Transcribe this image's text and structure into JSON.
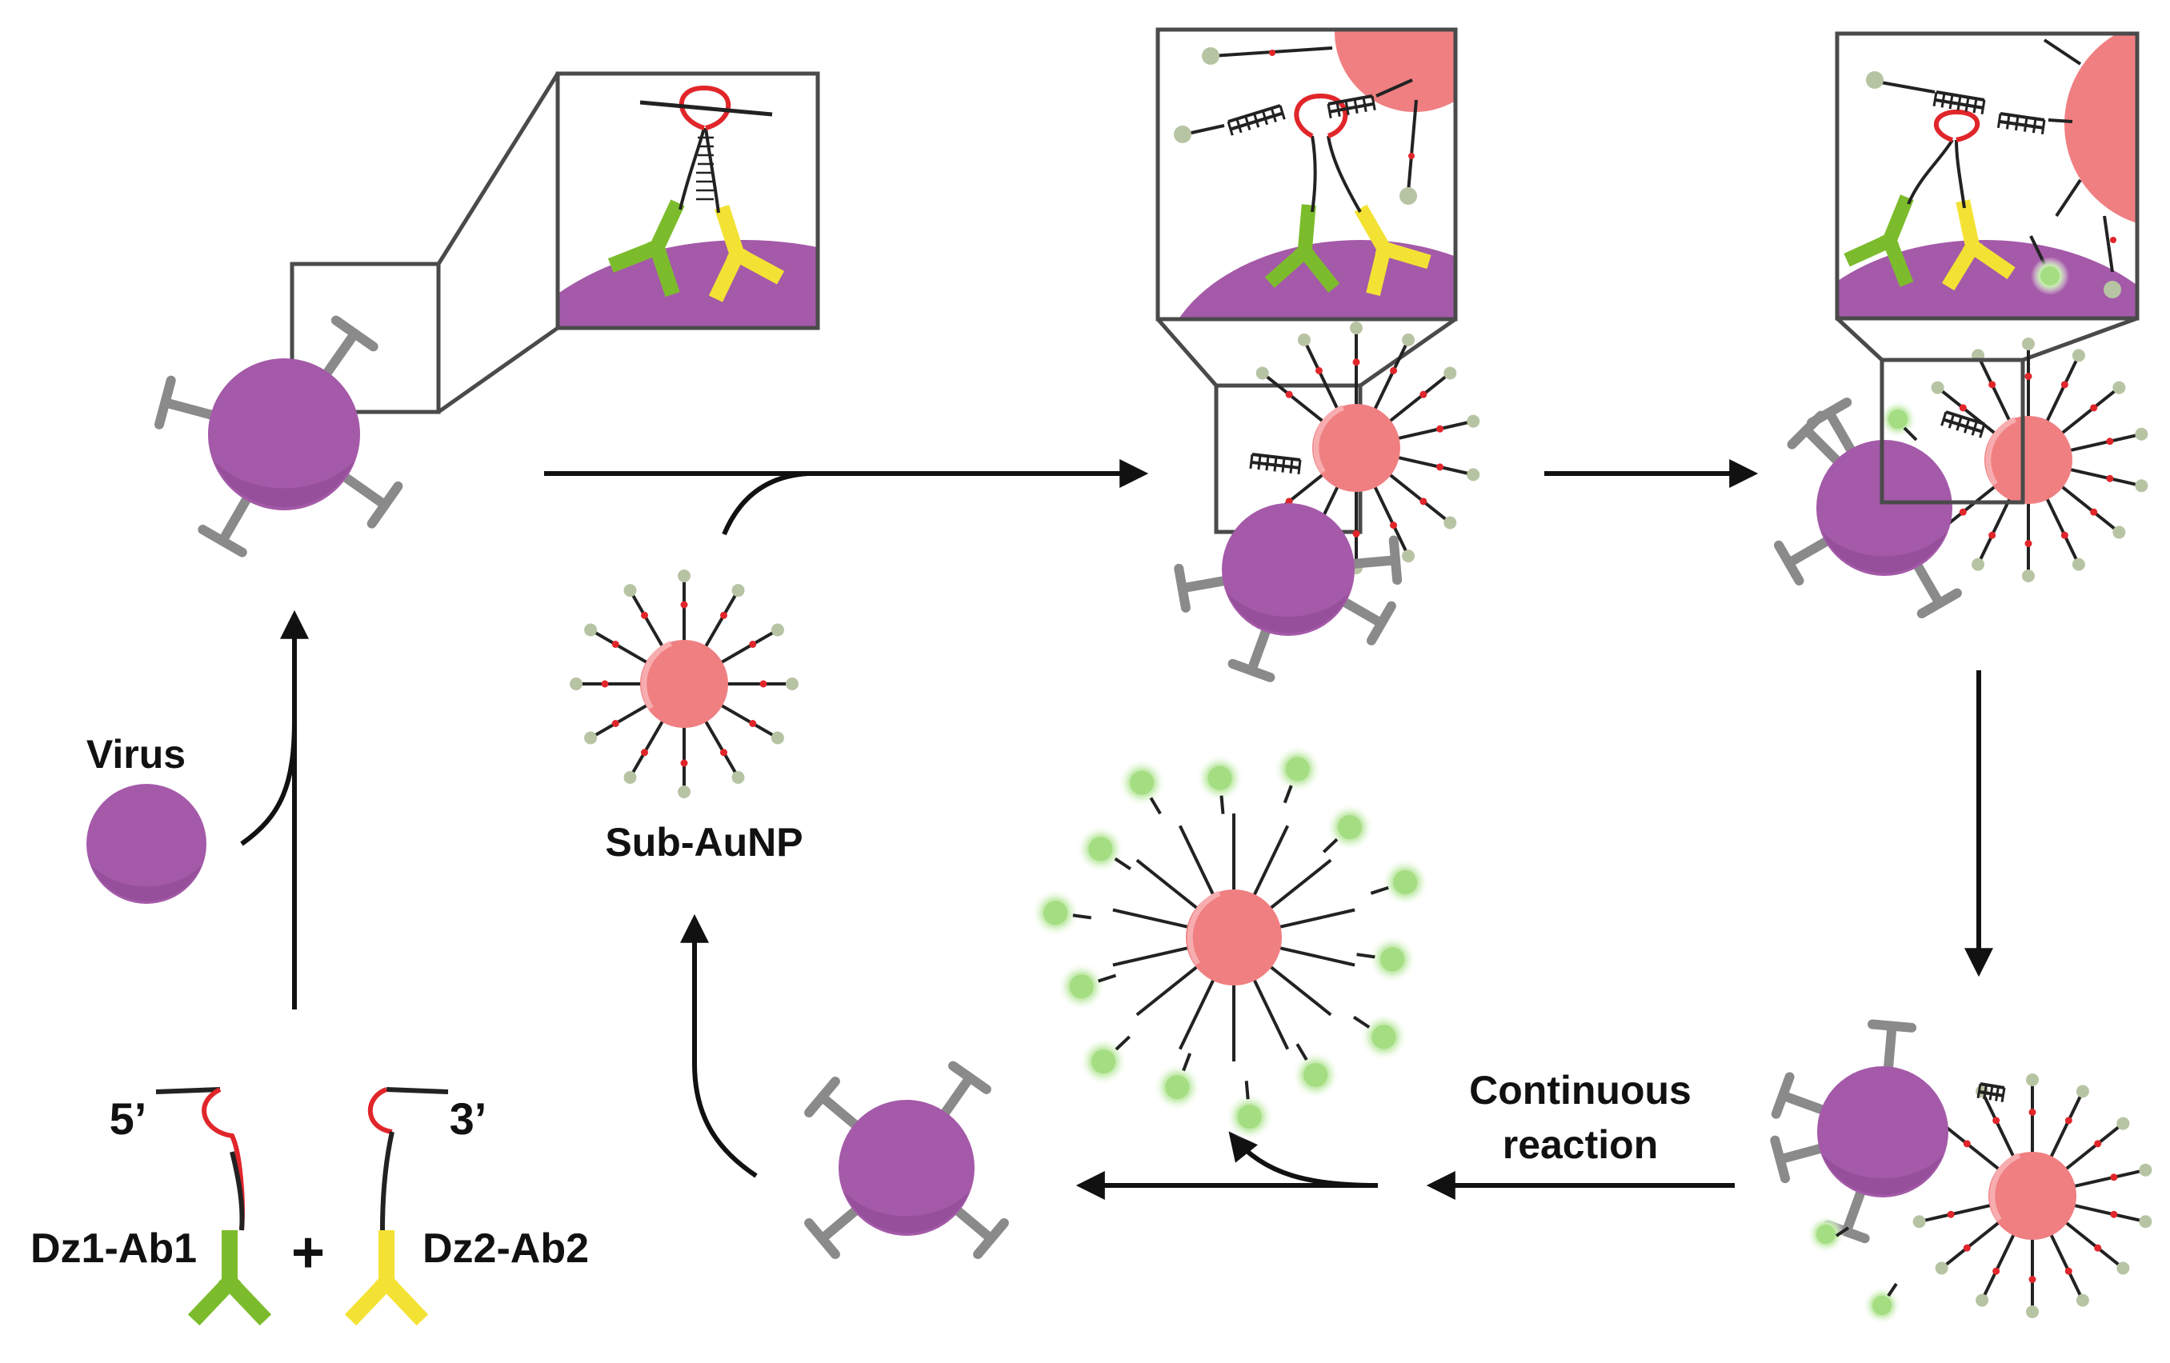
{
  "labels": {
    "virus": "Virus",
    "sub_aunp": "Sub-AuNP",
    "five_prime": "5’",
    "three_prime": "3’",
    "dz1_ab1": "Dz1-Ab1",
    "plus": "+",
    "dz2_ab2": "Dz2-Ab2",
    "continuous_line1": "Continuous",
    "continuous_line2": "reaction"
  },
  "colors": {
    "virus": "#a45aa8",
    "virus_shadow": "#8a4790",
    "spike": "#8a8a8a",
    "nanoparticle": "#f07f82",
    "nanoparticle_highlight": "#f7b3b4",
    "ab1": "#7cbc2c",
    "ab2": "#f3e234",
    "dna": "#222222",
    "loop": "#e0262a",
    "cleavage_dot": "#e0262a",
    "quencher": "#b7c4a4",
    "fluor": "#a5dd83",
    "fluor_glow": "#d7f3c6",
    "box_border": "#4a4a4a",
    "arrow": "#111111"
  }
}
